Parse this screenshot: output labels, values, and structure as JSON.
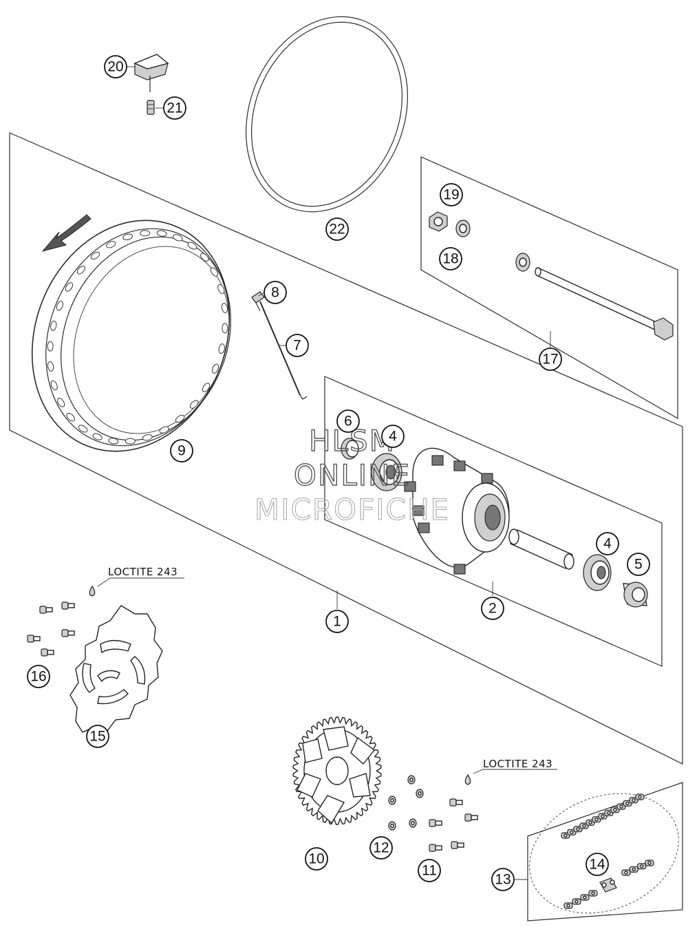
{
  "callouts": [
    {
      "label": "1"
    },
    {
      "label": "2"
    },
    {
      "label": "4"
    },
    {
      "label": "4"
    },
    {
      "label": "5"
    },
    {
      "label": "6"
    },
    {
      "label": "7"
    },
    {
      "label": "8"
    },
    {
      "label": "9"
    },
    {
      "label": "10"
    },
    {
      "label": "11"
    },
    {
      "label": "12"
    },
    {
      "label": "13"
    },
    {
      "label": "14"
    },
    {
      "label": "15"
    },
    {
      "label": "16"
    },
    {
      "label": "17"
    },
    {
      "label": "18"
    },
    {
      "label": "19"
    },
    {
      "label": "20"
    },
    {
      "label": "21"
    },
    {
      "label": "22"
    }
  ],
  "notes": {
    "loctite_disc": "LOCTITE 243",
    "loctite_sprocket": "LOCTITE 243"
  },
  "watermark": {
    "line1": "HLSM",
    "line2": "ONLINE",
    "line3": "MICROFICHE"
  }
}
